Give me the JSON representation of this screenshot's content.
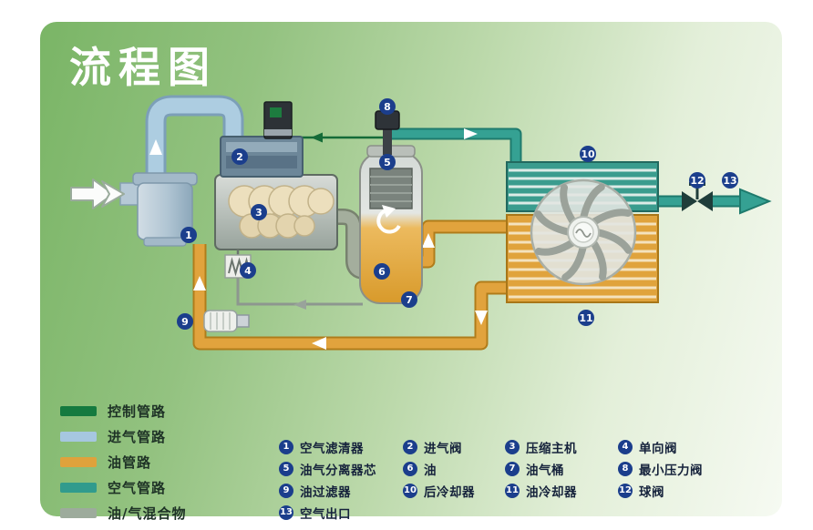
{
  "title": "流程图",
  "pipe_legend": {
    "items": [
      {
        "label": "控制管路",
        "color": "#157a3f"
      },
      {
        "label": "进气管路",
        "color": "#a6c7e0"
      },
      {
        "label": "油管路",
        "color": "#dfa23c"
      },
      {
        "label": "空气管路",
        "color": "#319b8d"
      },
      {
        "label": "油/气混合物",
        "color": "#9dab9c"
      }
    ]
  },
  "components": [
    {
      "num": "1",
      "label": "空气滤清器"
    },
    {
      "num": "2",
      "label": "进气阀"
    },
    {
      "num": "3",
      "label": "压缩主机"
    },
    {
      "num": "4",
      "label": "单向阀"
    },
    {
      "num": "5",
      "label": "油气分离器芯"
    },
    {
      "num": "6",
      "label": "油"
    },
    {
      "num": "7",
      "label": "油气桶"
    },
    {
      "num": "8",
      "label": "最小压力阀"
    },
    {
      "num": "9",
      "label": "油过滤器"
    },
    {
      "num": "10",
      "label": "后冷却器"
    },
    {
      "num": "11",
      "label": "油冷却器"
    },
    {
      "num": "12",
      "label": "球阀"
    },
    {
      "num": "13",
      "label": "空气出口"
    }
  ]
}
